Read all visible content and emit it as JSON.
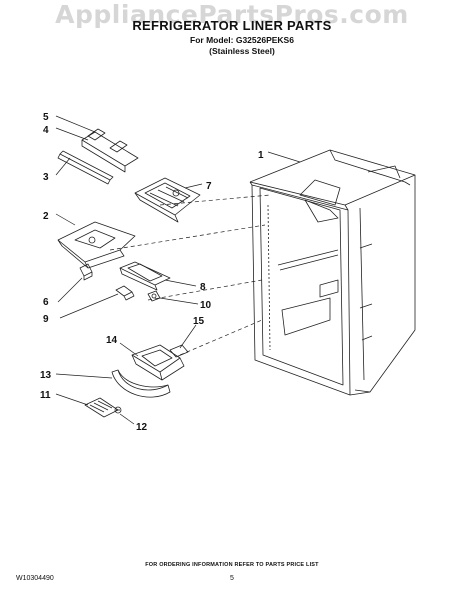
{
  "watermark": "AppliancePartsPros.com",
  "header": {
    "title": "REFRIGERATOR LINER PARTS",
    "model_line": "For Model: G32526PEKS6",
    "variant_line": "(Stainless Steel)"
  },
  "callouts": [
    "1",
    "2",
    "3",
    "4",
    "5",
    "6",
    "7",
    "8",
    "9",
    "10",
    "11",
    "12",
    "13",
    "14",
    "15"
  ],
  "footer": {
    "note": "FOR ORDERING INFORMATION REFER TO PARTS PRICE LIST",
    "doc_id": "W10304490",
    "page": "5"
  }
}
